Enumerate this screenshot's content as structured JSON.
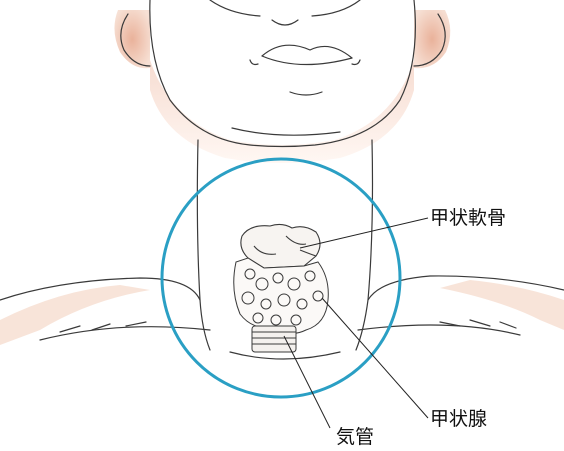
{
  "labels": {
    "thyroid_cartilage": "甲状軟骨",
    "thyroid_gland": "甲状腺",
    "trachea": "気管"
  },
  "colors": {
    "highlight_circle": "#2a9fc4",
    "skin_shadow": "#e9b9a4",
    "line_art": "#3a3a3a"
  }
}
